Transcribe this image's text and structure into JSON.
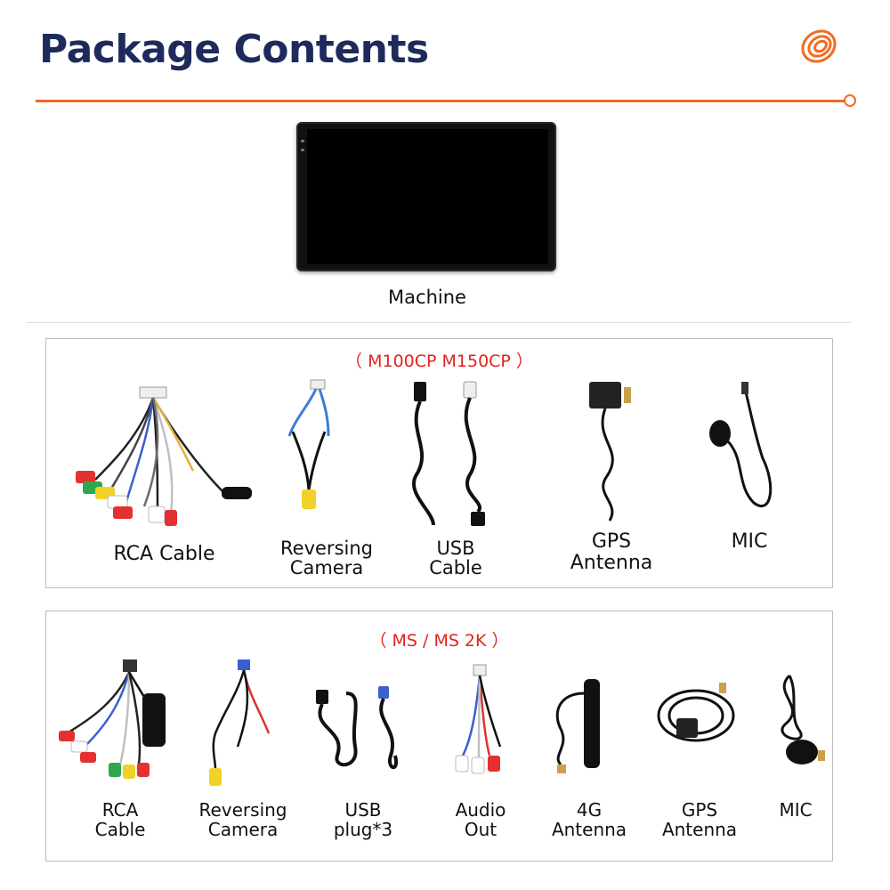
{
  "header": {
    "title": "Package Contents",
    "accent_color": "#f26b21",
    "title_color": "#1f2a5c",
    "logo_icon": "orange-spiral-logo"
  },
  "machine": {
    "label": "Machine"
  },
  "panel_1": {
    "heading": "（ M100CP M150CP ）",
    "items": [
      {
        "line1": "RCA Cable",
        "line2": ""
      },
      {
        "line1": "Reversing",
        "line2": "Camera"
      },
      {
        "line1": "USB",
        "line2": "Cable"
      },
      {
        "line1": "GPS",
        "line2": "Antenna"
      },
      {
        "line1": "MIC",
        "line2": ""
      }
    ]
  },
  "panel_2": {
    "heading": "（ MS / MS 2K ）",
    "items": [
      {
        "line1": "RCA",
        "line2": "Cable"
      },
      {
        "line1": "Reversing",
        "line2": "Camera"
      },
      {
        "line1": "USB",
        "line2": "plug*3"
      },
      {
        "line1": "Audio",
        "line2": "Out"
      },
      {
        "line1": "4G",
        "line2": "Antenna"
      },
      {
        "line1": "GPS",
        "line2": "Antenna"
      },
      {
        "line1": "MIC",
        "line2": ""
      }
    ]
  }
}
